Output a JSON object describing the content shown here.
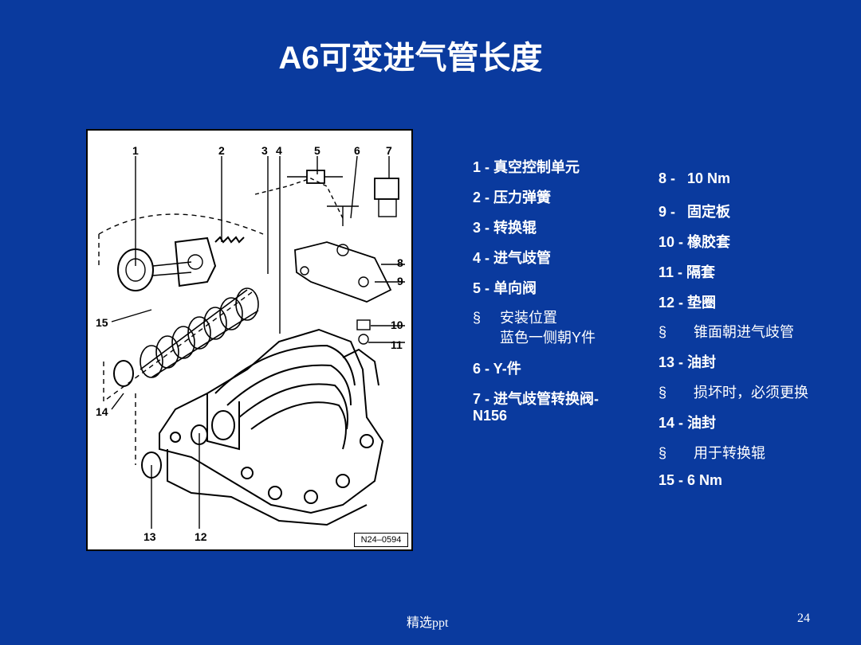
{
  "title": "A6可变进气管长度",
  "figure": {
    "callouts": [
      "1",
      "2",
      "3",
      "4",
      "5",
      "6",
      "7",
      "8",
      "9",
      "10",
      "11",
      "12",
      "13",
      "14",
      "15"
    ],
    "code": "N24–0594"
  },
  "legend_left": [
    {
      "text": "1 - 真空控制单元"
    },
    {
      "text": "2 - 压力弹簧"
    },
    {
      "text": "3 - 转换辊"
    },
    {
      "text": "4 - 进气歧管"
    },
    {
      "text": "5 - 单向阀"
    },
    {
      "bullet": "§",
      "text": "安装位置",
      "text2": "蓝色一侧朝Y件"
    },
    {
      "text": "6 - Y-件"
    },
    {
      "text": "7 - 进气歧管转换阀-",
      "text2": "N156"
    }
  ],
  "legend_right": [
    {
      "text": "8 -   10 Nm"
    },
    {
      "text": "9 -   固定板"
    },
    {
      "text": "10 - 橡胶套"
    },
    {
      "text": "11 - 隔套"
    },
    {
      "text": "12 - 垫圈"
    },
    {
      "bullet": "§",
      "text": "锥面朝进气歧管"
    },
    {
      "text": "13 - 油封"
    },
    {
      "bullet": "§",
      "text": "损坏时，必须更换"
    },
    {
      "text": "14 - 油封"
    },
    {
      "bullet": "§",
      "text": "用于转换辊"
    },
    {
      "text": "15 - 6 Nm"
    }
  ],
  "footer": {
    "label": "精选ppt",
    "page": "24"
  }
}
